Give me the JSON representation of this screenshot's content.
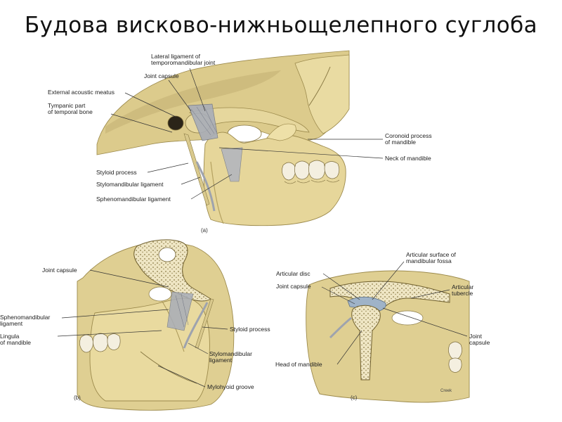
{
  "title": "Будова висково-нижньощелепного суглоба",
  "panel_a": {
    "tag": "(a)",
    "labels": {
      "lateral_ligament": "Lateral ligament of\ntemporomandibular joint",
      "joint_capsule": "Joint capsule",
      "external_acoustic_meatus": "External acoustic meatus",
      "tympanic_part": "Tympanic part\nof temporal bone",
      "coronoid_process": "Coronoid process\nof mandible",
      "neck_of_mandible": "Neck of mandible",
      "styloid_process": "Styloid process",
      "stylomandibular_ligament": "Stylomandibular ligament",
      "sphenomandibular_ligament": "Sphenomandibular ligament"
    }
  },
  "panel_b": {
    "tag": "(b)",
    "labels": {
      "joint_capsule": "Joint capsule",
      "sphenomandibular_ligament": "Sphenomandibular\nligament",
      "lingula": "Lingula\nof mandible",
      "styloid_process": "Styloid process",
      "stylomandibular_ligament": "Stylomandibular\nligament",
      "mylohyoid_groove": "Mylohyoid groove"
    }
  },
  "panel_c": {
    "tag": "(c)",
    "credit": "Creek",
    "labels": {
      "articular_surface": "Articular surface of\nmandibular fossa",
      "articular_disc": "Articular disc",
      "joint_capsule_left": "Joint capsule",
      "articular_tubercle": "Articular\ntubercle",
      "joint_capsule_right": "Joint\ncapsule",
      "head_of_mandible": "Head of mandible"
    }
  },
  "colors": {
    "bone": "#e3d49a",
    "bone_shade": "#b9a766",
    "bone_dark": "#7d6c3a",
    "ligament": "#a8adb8",
    "disc": "#9fb3c8",
    "leader": "#333333"
  }
}
